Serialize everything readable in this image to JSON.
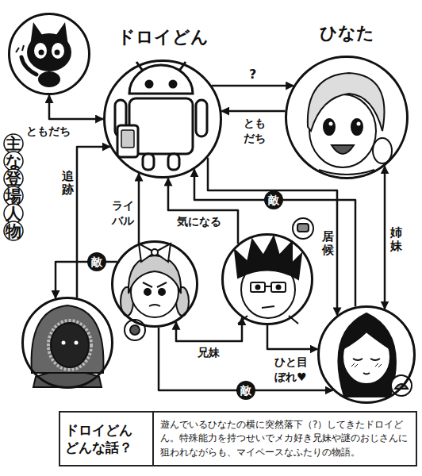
{
  "diagram": {
    "nodes": [
      {
        "text": []
      },
      {
        "text": [
          "ドロイどん"
        ]
      },
      {
        "text": [
          "ひなた"
        ]
      },
      {
        "text": []
      },
      {
        "text": []
      },
      {
        "text": []
      },
      {
        "text": []
      },
      {
        "text": [
          "ドロイどん どんな話？",
          "遊んでいるひなたの横に突然落下（?）してきたドロイどん。特殊能力を持つせいでメカ好き兄妹や謎のおじさんに狙われながらも、マイペースなふたりの物語。"
        ]
      }
    ],
    "edges": [
      {
        "from": 0,
        "to": 1,
        "label": "ともだち",
        "arrow": "both"
      },
      {
        "from": 1,
        "to": 2,
        "label": "?",
        "arrow": "to"
      },
      {
        "from": 2,
        "to": 1,
        "label": "ともだち",
        "arrow": "to"
      },
      {
        "from": 5,
        "to": 1,
        "label": "追跡",
        "arrow": "to"
      },
      {
        "from": 3,
        "to": 1,
        "label": "ライバル",
        "arrow": "to"
      },
      {
        "from": 4,
        "to": 1,
        "label": "気になる",
        "arrow": "to"
      },
      {
        "from": 1,
        "to": 6,
        "label": "居候",
        "arrow": "to"
      },
      {
        "from": 6,
        "to": 1,
        "label": "敵",
        "arrow": "to"
      },
      {
        "from": 2,
        "to": 6,
        "label": "姉妹",
        "arrow": "both"
      },
      {
        "from": 3,
        "to": 4,
        "label": "兄妹",
        "arrow": "both"
      },
      {
        "from": 4,
        "to": 6,
        "label": "ひと目ぼれ♥",
        "arrow": "to"
      },
      {
        "from": 3,
        "to": 6,
        "label": "敵",
        "arrow": "to"
      },
      {
        "from": 3,
        "to": 5,
        "label": "敵",
        "arrow": "to"
      }
    ],
    "labels": [
      "主な登場人物"
    ]
  }
}
